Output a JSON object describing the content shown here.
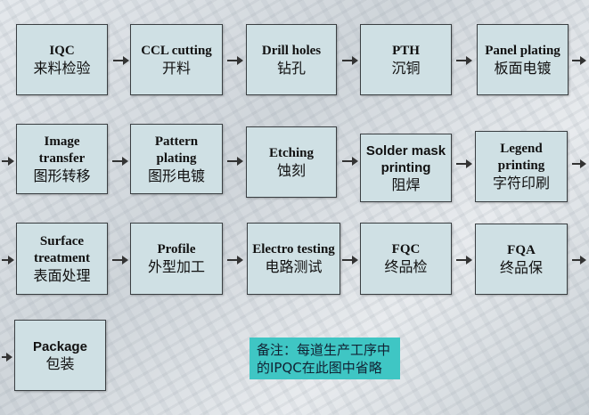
{
  "steps": [
    {
      "en": "IQC",
      "zh": "来料检验"
    },
    {
      "en": "CCL cutting",
      "zh": "开料"
    },
    {
      "en": "Drill holes",
      "zh": "钻孔"
    },
    {
      "en": "PTH",
      "zh": "沉铜"
    },
    {
      "en": "Panel plating",
      "zh": "板面电镀"
    },
    {
      "en": "Image transfer",
      "zh": "图形转移"
    },
    {
      "en": "Pattern plating",
      "zh": "图形电镀"
    },
    {
      "en": "Etching",
      "zh": "蚀刻"
    },
    {
      "en": "Solder mask printing",
      "zh": "阻焊"
    },
    {
      "en": "Legend printing",
      "zh": "字符印刷"
    },
    {
      "en": "Surface treatment",
      "zh": "表面处理"
    },
    {
      "en": "Profile",
      "zh": "外型加工"
    },
    {
      "en": "Electro testing",
      "zh": "电路测试"
    },
    {
      "en": "FQC",
      "zh": "终品检"
    },
    {
      "en": "FQA",
      "zh": "终品保"
    },
    {
      "en": "Package",
      "zh": "包装"
    }
  ],
  "note": {
    "line1": "备注：每道生产工序中",
    "line2": "的IPQC在此图中省略"
  }
}
